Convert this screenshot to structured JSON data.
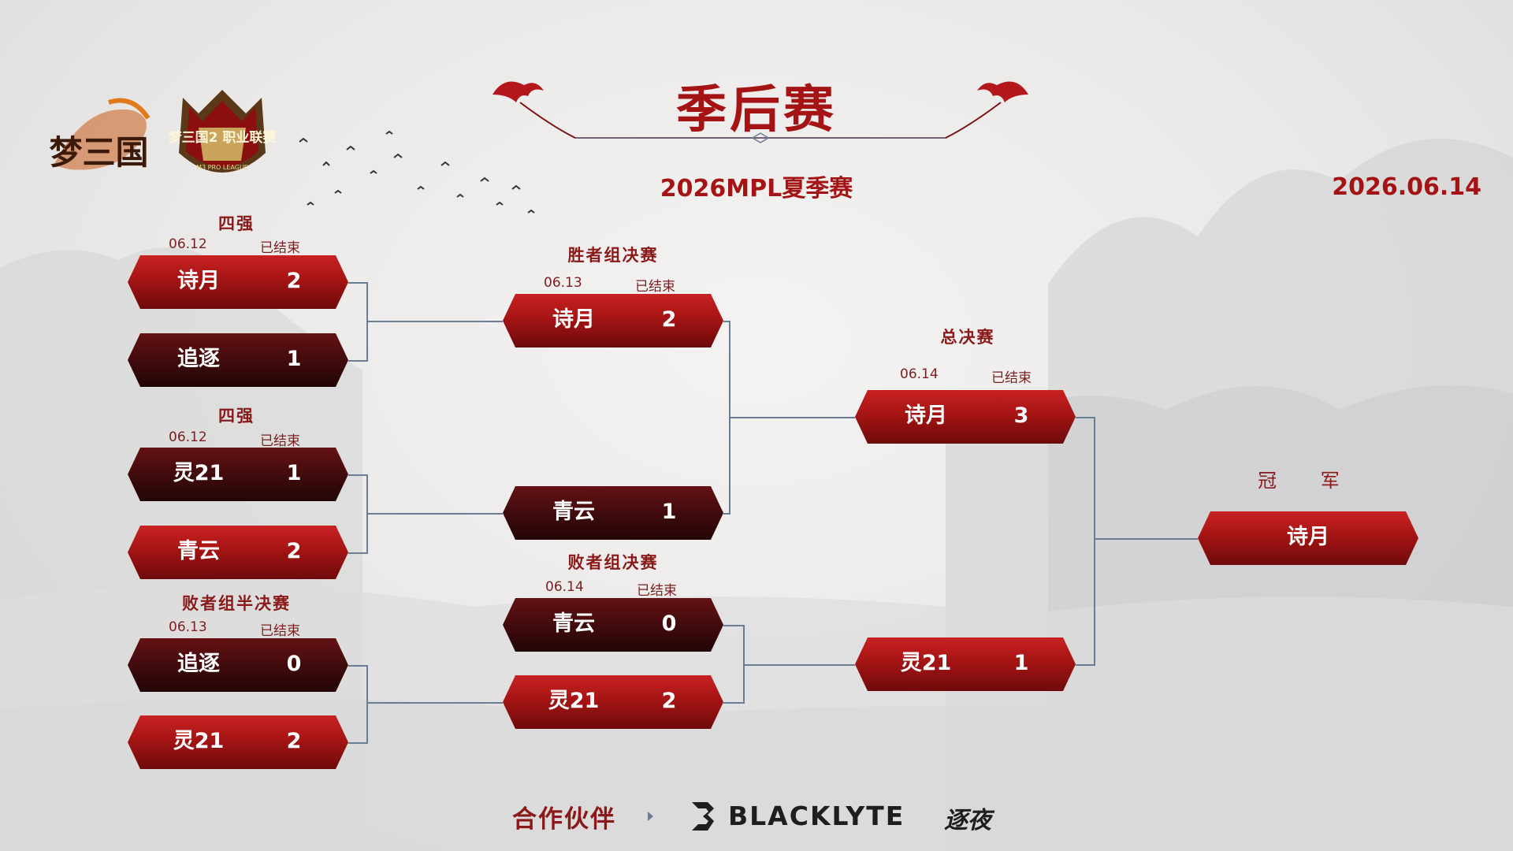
{
  "header": {
    "title": "季后赛",
    "subtitle": "2026MPL夏季赛",
    "date": "2026.06.14",
    "game_logo_text": "梦三国",
    "league_logo_text": "梦三国2 职业联赛",
    "league_logo_sub": "M3 PRO LEAGUE"
  },
  "bracket": {
    "qf1": {
      "stage": "四强",
      "date": "06.12",
      "status": "已结束",
      "top": {
        "team": "诗月",
        "score": "2"
      },
      "bottom": {
        "team": "追逐",
        "score": "1"
      }
    },
    "qf2": {
      "stage": "四强",
      "date": "06.12",
      "status": "已结束",
      "top": {
        "team": "灵21",
        "score": "1"
      },
      "bottom": {
        "team": "青云",
        "score": "2"
      }
    },
    "lsf": {
      "stage": "败者组半决赛",
      "date": "06.13",
      "status": "已结束",
      "top": {
        "team": "追逐",
        "score": "0"
      },
      "bottom": {
        "team": "灵21",
        "score": "2"
      }
    },
    "wf": {
      "stage": "胜者组决赛",
      "date": "06.13",
      "status": "已结束",
      "top": {
        "team": "诗月",
        "score": "2"
      },
      "bottom": {
        "team": "青云",
        "score": "1"
      }
    },
    "lf": {
      "stage": "败者组决赛",
      "date": "06.14",
      "status": "已结束",
      "top": {
        "team": "青云",
        "score": "0"
      },
      "bottom": {
        "team": "灵21",
        "score": "2"
      }
    },
    "gf": {
      "stage": "总决赛",
      "date": "06.14",
      "status": "已结束",
      "top": {
        "team": "诗月",
        "score": "3"
      },
      "bottom": {
        "team": "灵21",
        "score": "1"
      }
    },
    "champion": {
      "label": "冠 军",
      "team": "诗月"
    }
  },
  "footer": {
    "partner_label": "合作伙伴",
    "sponsor_name": "BLACKLYTE",
    "sponsor_cn": "逐夜"
  },
  "colors": {
    "accent_red": "#a51414",
    "dark_red": "#3e0a0c",
    "line": "#6b7c95"
  }
}
